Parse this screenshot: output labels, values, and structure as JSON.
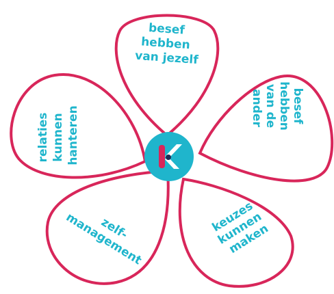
{
  "colors": {
    "petal_stroke": "#d8265a",
    "text": "#1fb5cc",
    "hub": "#1fb5cc",
    "logo_pink": "#d8265a",
    "logo_white": "#ffffff",
    "logo_dark": "#1d2b57"
  },
  "center_logo": {
    "icon": "k-logo-icon",
    "letter": "K"
  },
  "petals": [
    {
      "id": "top",
      "lines": [
        "besef",
        "hebben",
        "van jezelf"
      ]
    },
    {
      "id": "right",
      "lines": [
        "besef",
        "hebben",
        "van de",
        "ander"
      ]
    },
    {
      "id": "bottom-right",
      "lines": [
        "keuzes",
        "kunnen",
        "maken"
      ]
    },
    {
      "id": "bottom-left",
      "lines": [
        "zelf-",
        "management"
      ]
    },
    {
      "id": "left",
      "lines": [
        "relaties",
        "kunnen",
        "hanteren"
      ]
    }
  ]
}
